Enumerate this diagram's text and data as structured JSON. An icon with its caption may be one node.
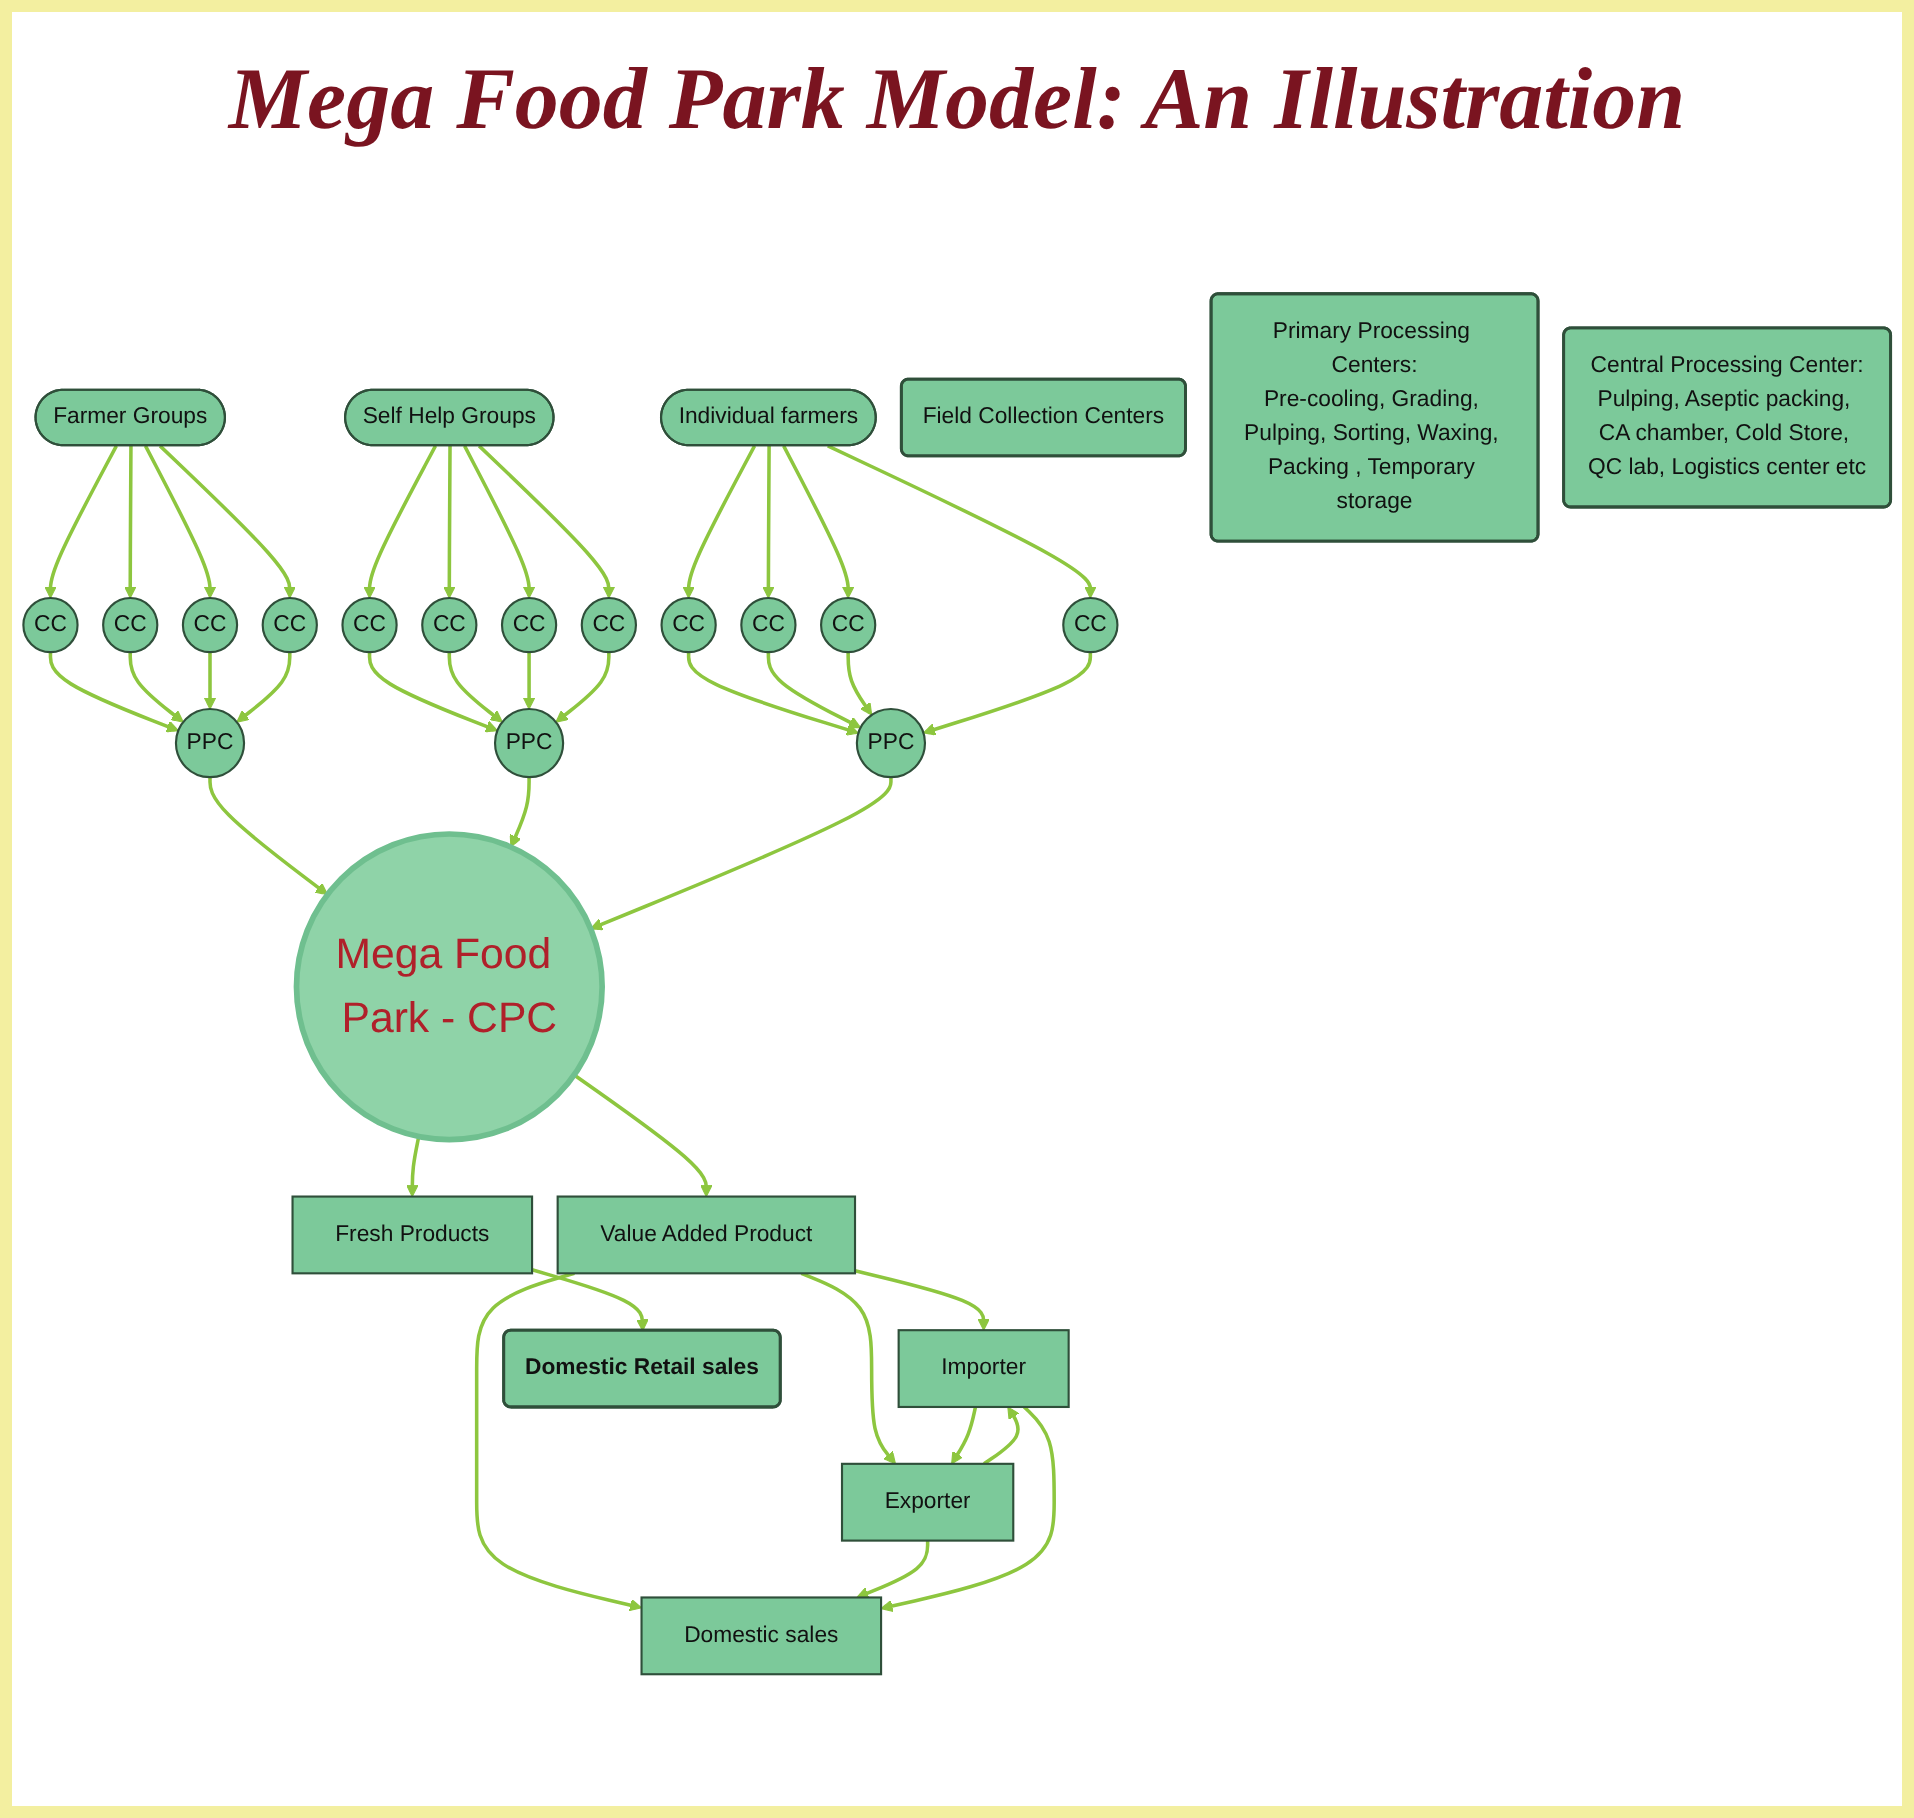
{
  "diagram": {
    "title": "Mega Food Park Model: An Illustration",
    "nodes": [
      {
        "text": [
          "Farmer Groups"
        ]
      },
      {
        "text": [
          "Self Help Groups"
        ]
      },
      {
        "text": [
          "Individual farmers"
        ]
      },
      {
        "text": [
          "CC"
        ]
      },
      {
        "text": [
          "CC"
        ]
      },
      {
        "text": [
          "CC"
        ]
      },
      {
        "text": [
          "CC"
        ]
      },
      {
        "text": [
          "CC"
        ]
      },
      {
        "text": [
          "CC"
        ]
      },
      {
        "text": [
          "CC"
        ]
      },
      {
        "text": [
          "CC"
        ]
      },
      {
        "text": [
          "CC"
        ]
      },
      {
        "text": [
          "CC"
        ]
      },
      {
        "text": [
          "CC"
        ]
      },
      {
        "text": [
          "CC"
        ]
      },
      {
        "text": [
          "PPC"
        ]
      },
      {
        "text": [
          "PPC"
        ]
      },
      {
        "text": [
          "PPC"
        ]
      },
      {
        "text": [
          "Field Collection Centers"
        ]
      },
      {
        "text": [
          "Primary Processing Centers:",
          "Pre-cooling, Grading, Pulping, Sorting, Waxing, Packing , Temporary storage"
        ]
      },
      {
        "text": [
          "Central Processing Center:",
          "Pulping, Aseptic packing, CA chamber, Cold Store, QC lab, Logistics center etc"
        ]
      },
      {
        "text": [
          "Value Added Product"
        ]
      },
      {
        "text": [
          "Mega Food Park - CPC"
        ]
      },
      {
        "text": [
          "Fresh Products"
        ]
      },
      {
        "text": [
          "Importer"
        ]
      },
      {
        "text": [
          "Exporter"
        ]
      },
      {
        "text": [
          "Domestic sales"
        ]
      },
      {
        "text": [
          "Domestic Retail sales"
        ]
      }
    ],
    "edges": [
      {
        "from": 0,
        "to": 3,
        "arrow": "to"
      },
      {
        "from": 0,
        "to": 4,
        "arrow": "to"
      },
      {
        "from": 0,
        "to": 5,
        "arrow": "to"
      },
      {
        "from": 0,
        "to": 6,
        "arrow": "to"
      },
      {
        "from": 1,
        "to": 7,
        "arrow": "to"
      },
      {
        "from": 1,
        "to": 8,
        "arrow": "to"
      },
      {
        "from": 1,
        "to": 9,
        "arrow": "to"
      },
      {
        "from": 1,
        "to": 10,
        "arrow": "to"
      },
      {
        "from": 2,
        "to": 11,
        "arrow": "to"
      },
      {
        "from": 2,
        "to": 12,
        "arrow": "to"
      },
      {
        "from": 2,
        "to": 13,
        "arrow": "to"
      },
      {
        "from": 2,
        "to": 14,
        "arrow": "to"
      },
      {
        "from": 3,
        "to": 15,
        "arrow": "to"
      },
      {
        "from": 4,
        "to": 15,
        "arrow": "to"
      },
      {
        "from": 5,
        "to": 15,
        "arrow": "to"
      },
      {
        "from": 6,
        "to": 15,
        "arrow": "to"
      },
      {
        "from": 7,
        "to": 16,
        "arrow": "to"
      },
      {
        "from": 8,
        "to": 16,
        "arrow": "to"
      },
      {
        "from": 9,
        "to": 16,
        "arrow": "to"
      },
      {
        "from": 10,
        "to": 16,
        "arrow": "to"
      },
      {
        "from": 11,
        "to": 17,
        "arrow": "to"
      },
      {
        "from": 12,
        "to": 17,
        "arrow": "to"
      },
      {
        "from": 13,
        "to": 17,
        "arrow": "to"
      },
      {
        "from": 14,
        "to": 17,
        "arrow": "to"
      },
      {
        "from": 15,
        "to": 22,
        "arrow": "to"
      },
      {
        "from": 16,
        "to": 22,
        "arrow": "to"
      },
      {
        "from": 17,
        "to": 22,
        "arrow": "to"
      },
      {
        "from": 22,
        "to": 21,
        "arrow": "to"
      },
      {
        "from": 22,
        "to": 23,
        "arrow": "to"
      },
      {
        "from": 21,
        "to": 24,
        "arrow": "to"
      },
      {
        "from": 21,
        "to": 25,
        "arrow": "to"
      },
      {
        "from": 21,
        "to": 26,
        "arrow": "to"
      },
      {
        "from": 24,
        "to": 25,
        "arrow": "to"
      },
      {
        "from": 25,
        "to": 24,
        "arrow": "to"
      },
      {
        "from": 25,
        "to": 26,
        "arrow": "to"
      },
      {
        "from": 24,
        "to": 26,
        "arrow": "to"
      },
      {
        "from": 23,
        "to": 27,
        "arrow": "to"
      }
    ]
  }
}
